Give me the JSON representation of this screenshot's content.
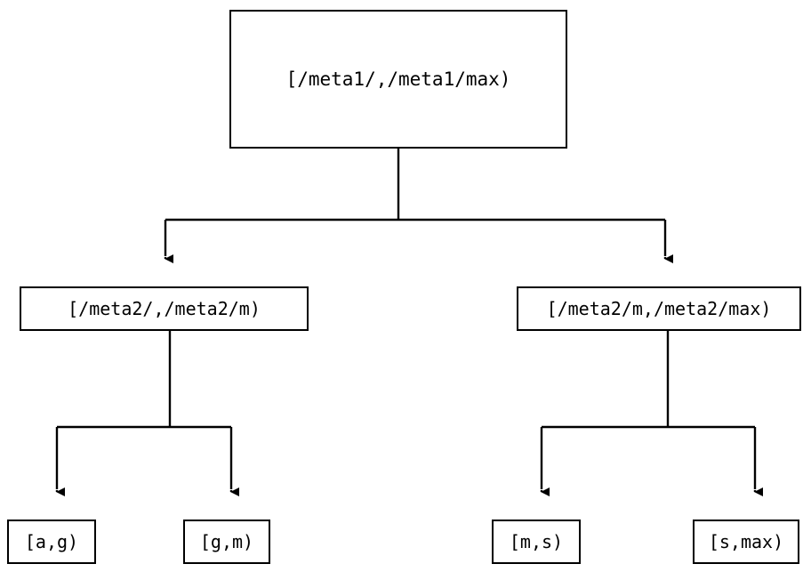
{
  "diagram": {
    "type": "tree",
    "orientation": "top-down",
    "background_color": "#ffffff",
    "line_color": "#000000",
    "text_color": "#000000",
    "nodes": {
      "root": {
        "label": "[/meta1/,/meta1/max)"
      },
      "level2": [
        {
          "label": "[/meta2/,/meta2/m)"
        },
        {
          "label": "[/meta2/m,/meta2/max)"
        }
      ],
      "leaves": [
        {
          "label": "[a,g)"
        },
        {
          "label": "[g,m)"
        },
        {
          "label": "[m,s)"
        },
        {
          "label": "[s,max)"
        }
      ]
    },
    "edges": [
      {
        "from": "root",
        "to": "[/meta2/,/meta2/m)",
        "arrow": "filled-triangle"
      },
      {
        "from": "root",
        "to": "[/meta2/m,/meta2/max)",
        "arrow": "filled-triangle"
      },
      {
        "from": "[/meta2/,/meta2/m)",
        "to": "[a,g)",
        "arrow": "filled-triangle"
      },
      {
        "from": "[/meta2/,/meta2/m)",
        "to": "[g,m)",
        "arrow": "filled-triangle"
      },
      {
        "from": "[/meta2/m,/meta2/max)",
        "to": "[m,s)",
        "arrow": "filled-triangle"
      },
      {
        "from": "[/meta2/m,/meta2/max)",
        "to": "[s,max)",
        "arrow": "filled-triangle"
      }
    ]
  }
}
